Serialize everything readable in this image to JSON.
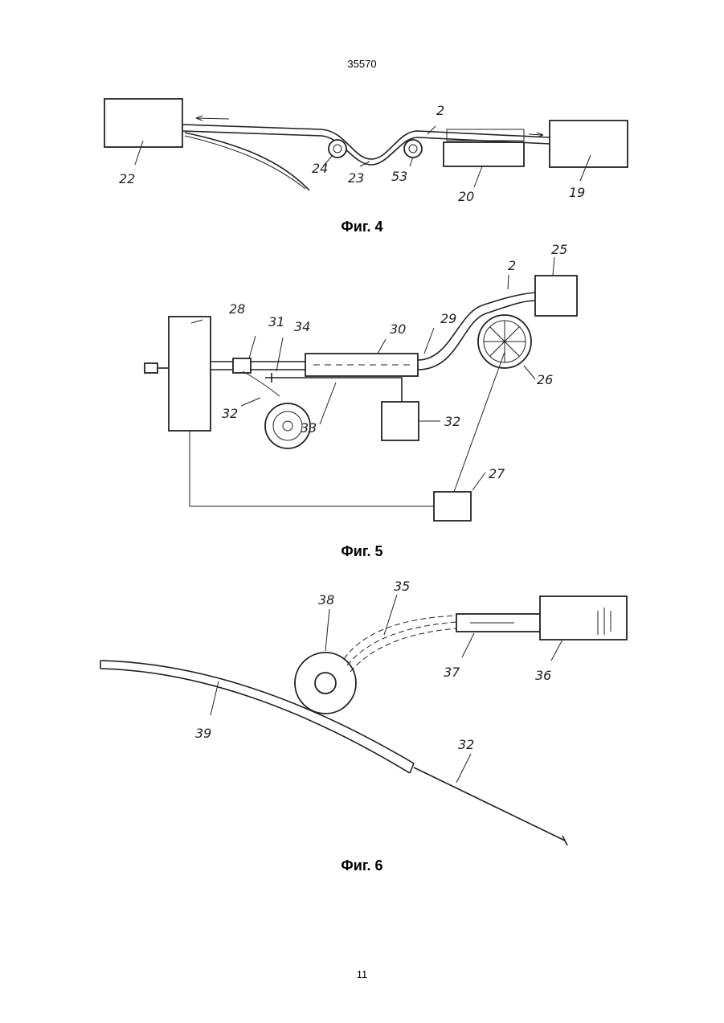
{
  "header": {
    "doc_number": "35570"
  },
  "footer": {
    "page_number": "11"
  },
  "figures": [
    {
      "caption": "Фиг. 4",
      "labels": {
        "l22": "22",
        "l24": "24",
        "l23": "23",
        "l53": "53",
        "l20": "20",
        "l19": "19",
        "l2": "2"
      }
    },
    {
      "caption": "Фиг. 5",
      "labels": {
        "l28": "28",
        "l31": "31",
        "l34": "34",
        "l30": "30",
        "l29": "29",
        "l2": "2",
        "l25": "25",
        "l26": "26",
        "l32a": "32",
        "l33": "33",
        "l32b": "32",
        "l27": "27"
      }
    },
    {
      "caption": "Фиг. 6",
      "labels": {
        "l38": "38",
        "l35": "35",
        "l37": "37",
        "l36": "36",
        "l39": "39",
        "l32": "32"
      }
    }
  ]
}
